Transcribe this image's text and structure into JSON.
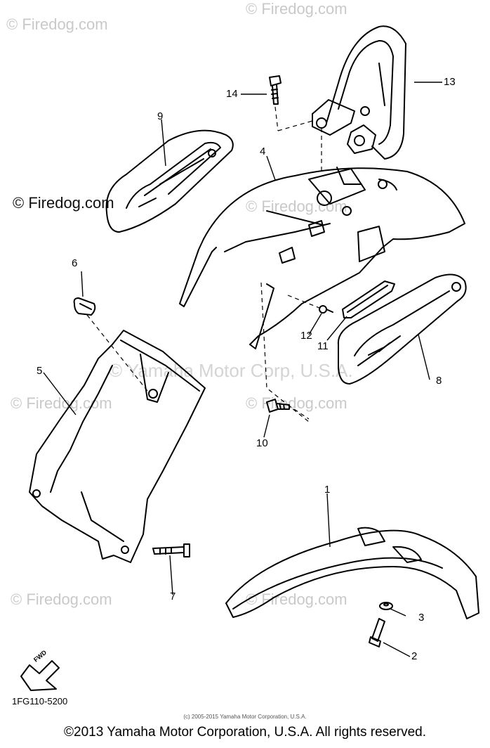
{
  "watermarks": {
    "site": "© Firedog.com",
    "site_dark": "© Firedog.com",
    "owner": "© Yamaha Motor Corp, U.S.A."
  },
  "callouts": [
    "1",
    "2",
    "3",
    "4",
    "5",
    "6",
    "7",
    "8",
    "9",
    "10",
    "11",
    "12",
    "13",
    "14"
  ],
  "fwd_label": "FWD",
  "reference_code": "1FG110-5200",
  "small_copyright": "(c) 2005-2015 Yamaha Motor Corporation, U.S.A.",
  "footer_copyright": "©2013 Yamaha Motor Corporation, U.S.A. All rights reserved.",
  "colors": {
    "ink": "#000000",
    "watermark": "#c9c9c9",
    "paper": "#ffffff"
  }
}
